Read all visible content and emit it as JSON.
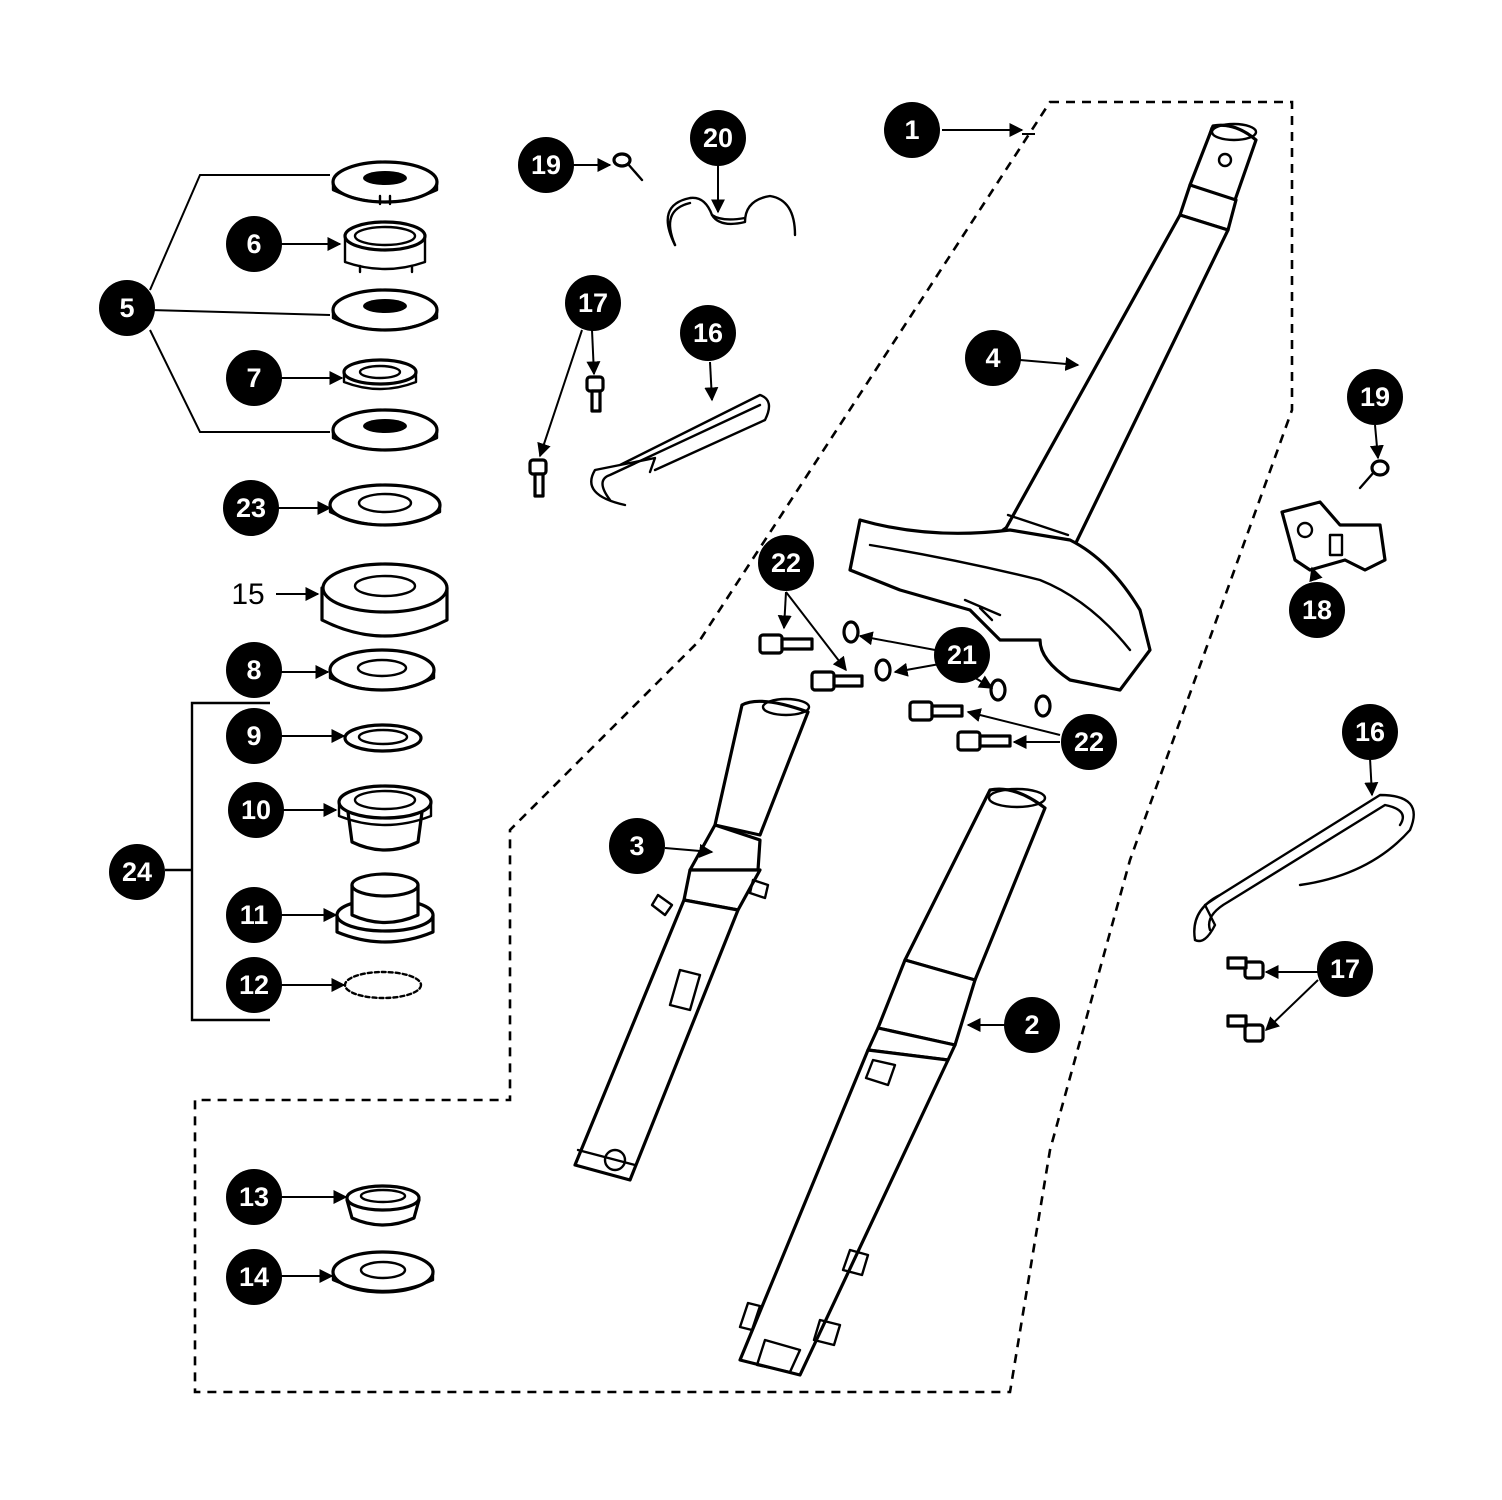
{
  "callouts": [
    {
      "id": "1",
      "label": "1"
    },
    {
      "id": "2",
      "label": "2"
    },
    {
      "id": "3",
      "label": "3"
    },
    {
      "id": "4",
      "label": "4"
    },
    {
      "id": "5",
      "label": "5"
    },
    {
      "id": "6",
      "label": "6"
    },
    {
      "id": "7",
      "label": "7"
    },
    {
      "id": "8",
      "label": "8"
    },
    {
      "id": "9",
      "label": "9"
    },
    {
      "id": "10",
      "label": "10"
    },
    {
      "id": "11",
      "label": "11"
    },
    {
      "id": "12",
      "label": "12"
    },
    {
      "id": "13",
      "label": "13"
    },
    {
      "id": "14",
      "label": "14"
    },
    {
      "id": "15",
      "label": "15"
    },
    {
      "id": "16a",
      "label": "16"
    },
    {
      "id": "16b",
      "label": "16"
    },
    {
      "id": "17a",
      "label": "17"
    },
    {
      "id": "17b",
      "label": "17"
    },
    {
      "id": "18",
      "label": "18"
    },
    {
      "id": "19a",
      "label": "19"
    },
    {
      "id": "19b",
      "label": "19"
    },
    {
      "id": "20",
      "label": "20"
    },
    {
      "id": "21",
      "label": "21"
    },
    {
      "id": "22a",
      "label": "22"
    },
    {
      "id": "22b",
      "label": "22"
    },
    {
      "id": "23",
      "label": "23"
    },
    {
      "id": "24",
      "label": "24"
    }
  ]
}
